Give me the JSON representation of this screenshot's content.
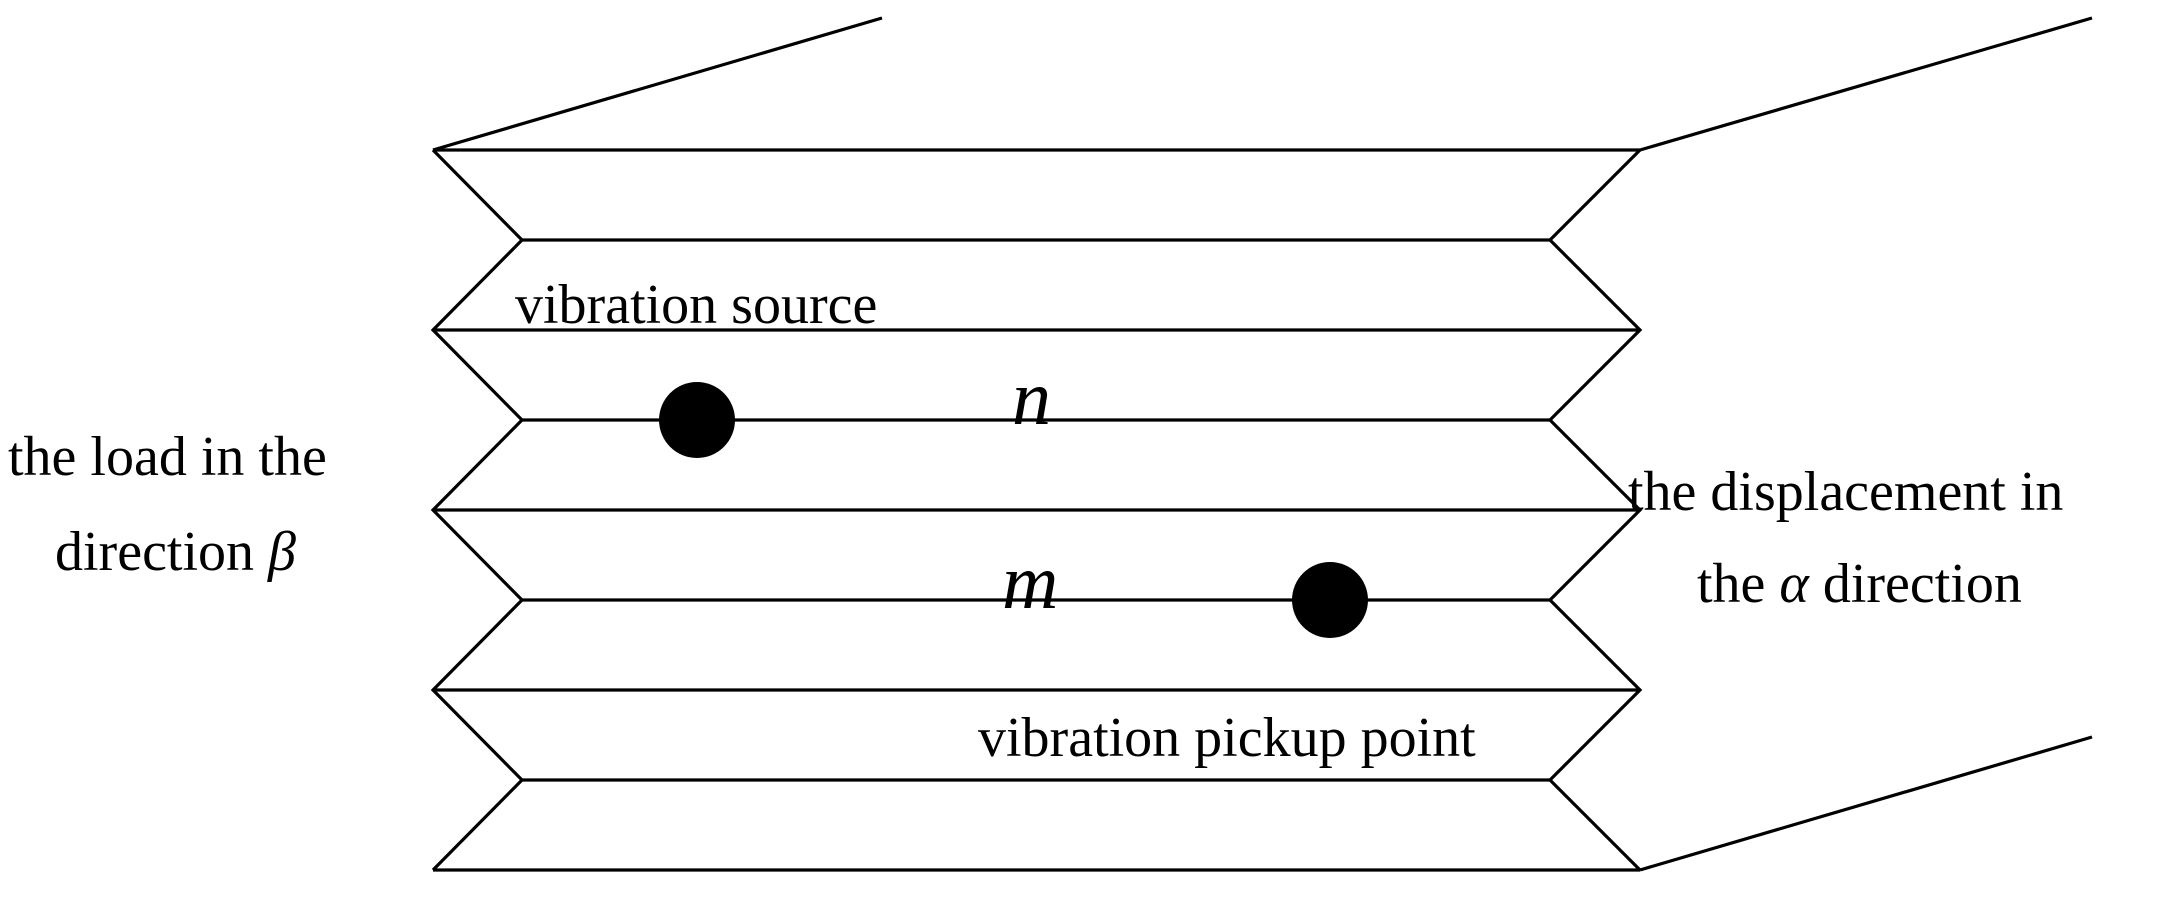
{
  "labels": {
    "vibration_source": "vibration source",
    "vibration_pickup_point": "vibration pickup point",
    "load_line1": "the load in the",
    "load_line2_prefix": "direction ",
    "load_symbol": "β",
    "displacement_line1": "the displacement in",
    "displacement_line2_prefix": "the ",
    "displacement_symbol": "α",
    "displacement_line2_suffix": " direction",
    "layer_n": "n",
    "layer_m": "m"
  },
  "colors": {
    "line": "#000000",
    "point": "#000000",
    "background": "#ffffff"
  }
}
